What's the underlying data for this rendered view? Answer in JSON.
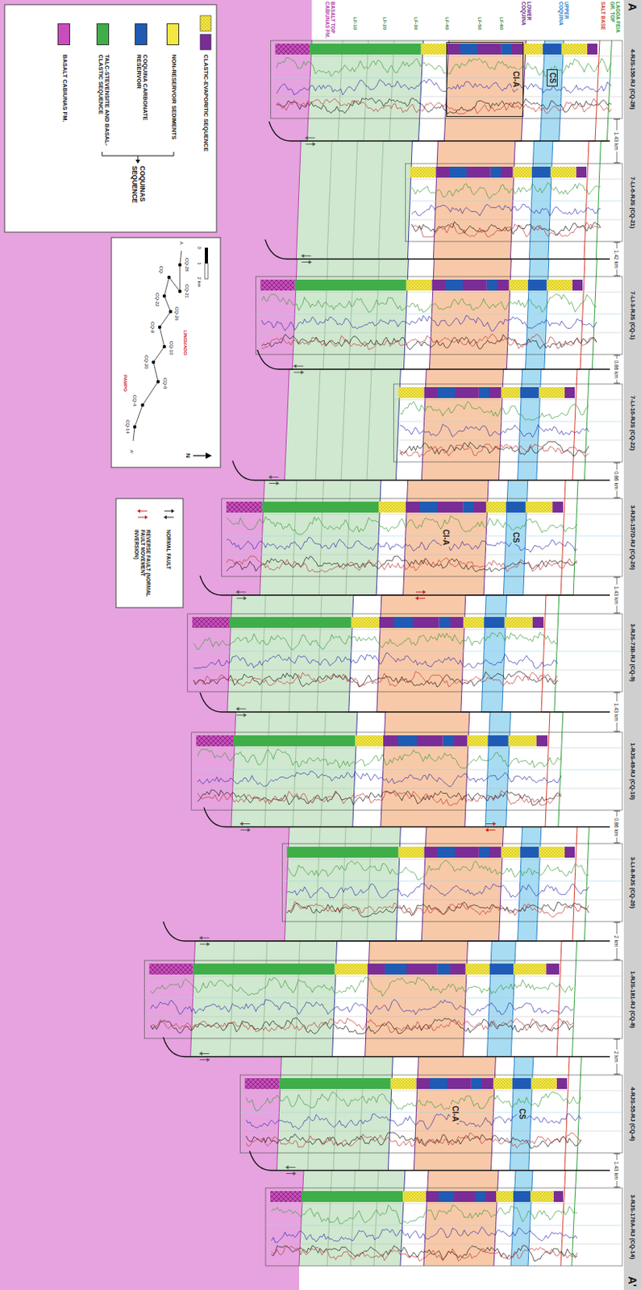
{
  "diagram": {
    "nodes": [
      {
        "text": [
          "CS"
        ]
      },
      {
        "text": [
          "CI-A"
        ]
      }
    ],
    "labels": [
      "A",
      "A'",
      "LAGOA FEIA GR. TOP",
      "SALT BASE",
      "UPPER COQUINA",
      "LOWER COQUINA",
      "LF-60",
      "LF-50",
      "LF-40",
      "LF-30",
      "LF-20",
      "LF-10",
      "BASALT TOP CABIUNAS FM.",
      "4-RJS-156-RJ (CQ-28)",
      "7-LI-6-RJS (CQ-21)",
      "7-LI-3-RJS (CQ-1)",
      "7-LI-10-RJS (CQ-22)",
      "3-RJS-157D-RJ (CQ-26)",
      "3-RJS-73B-RJ (CQ-9)",
      "1-RJS-49-RJ (CQ-10)",
      "3-LI-8-RJS (CQ-20)",
      "1-RJS-181-RJ (CQ-8)",
      "4-RJS-55-RJ (CQ-4)",
      "3-RJS-170A-RJ (CQ-14)",
      "1.43 km",
      "1.42 km",
      "0.86 km",
      "0.86 km",
      "1.43 km",
      "1.43 km",
      "0.86 km",
      "2 km",
      "2 km",
      "1.43 km",
      "CI-A",
      "CS",
      "CI-A",
      "CS",
      "COQUINAS SEQUENCE",
      "A",
      "CQ-28",
      "CQ-21",
      "CQ-",
      "CQ-22",
      "CQ-26",
      "CQ-9",
      "CQ-10",
      "CQ-20",
      "CQ-8",
      "CQ-4",
      "CQ-14",
      "A'",
      "LINGUADO",
      "PAMPO",
      "N",
      "0",
      "1",
      "2 km"
    ],
    "legend": [
      {
        "text": "CLASTIC-EVAPORITIC SEQUENCE"
      },
      {
        "text": "NON-RESERVOIR SEDIMENTS",
        "color": "#f4e842"
      },
      {
        "text": "COQUINA CARBONATE RESERVOIR",
        "color": "#1f5bb5"
      },
      {
        "text": "TALC-STEVENSITE AND BASAL-CLASTIC SEQUENCE",
        "color": "#3fae49"
      },
      {
        "text": "BASALT CABIUNAS FM.",
        "color": "#c94dbd"
      },
      {
        "text": "NORMAL FAULT"
      },
      {
        "text": "REVERSE FAULT (NORMAL FAULT MOVEMENT INVERSION)"
      }
    ]
  }
}
